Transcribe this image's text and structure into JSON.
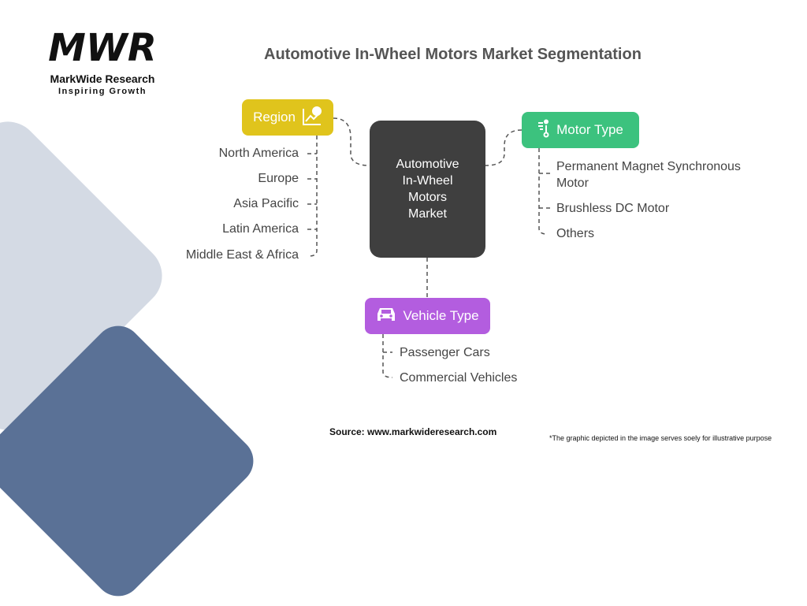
{
  "logo": {
    "mark": "MWR",
    "name": "MarkWide Research",
    "tagline": "Inspiring Growth"
  },
  "title": "Automotive In-Wheel Motors Market Segmentation",
  "center": {
    "label": "Automotive In-Wheel Motors Market"
  },
  "region": {
    "label": "Region",
    "color": "#e0c41c",
    "items": [
      "North America",
      "Europe",
      "Asia Pacific",
      "Latin America",
      "Middle East & Africa"
    ]
  },
  "motor_type": {
    "label": "Motor Type",
    "color": "#3cc27e",
    "items": [
      "Permanent Magnet Synchronous Motor",
      "Brushless DC Motor",
      "Others"
    ]
  },
  "vehicle_type": {
    "label": "Vehicle Type",
    "color": "#b35ddf",
    "items": [
      "Passenger Cars",
      "Commercial Vehicles"
    ]
  },
  "source": "Source: www.markwideresearch.com",
  "note": "*The graphic depicted in the image serves soely for illustrative purpose"
}
